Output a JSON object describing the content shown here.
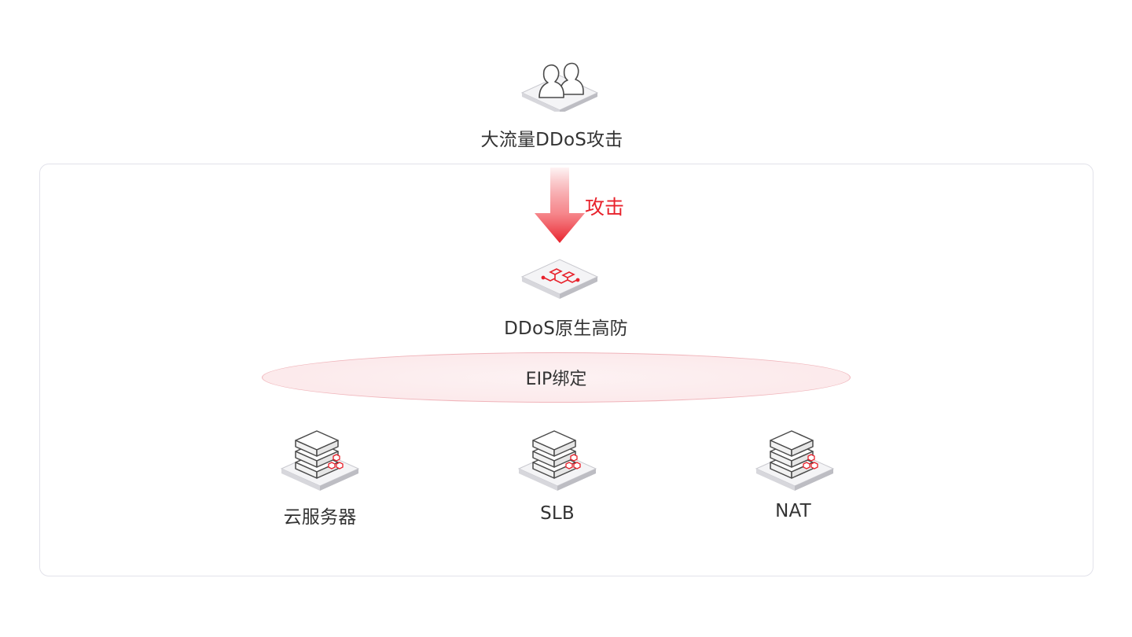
{
  "source": {
    "label": "大流量DDoS攻击",
    "icon": "users-icon"
  },
  "attack": {
    "label": "攻击",
    "color": "#e8222c",
    "icon": "arrow-down-icon"
  },
  "protection": {
    "label": "DDoS原生高防",
    "icon": "network-icon"
  },
  "binding": {
    "label": "EIP绑定"
  },
  "targets": [
    {
      "label": "云服务器",
      "icon": "server-icon"
    },
    {
      "label": "SLB",
      "icon": "server-icon"
    },
    {
      "label": "NAT",
      "icon": "server-icon"
    }
  ],
  "colors": {
    "accent": "#e8222c",
    "frame_border": "#e2e2ea",
    "text": "#333333"
  }
}
